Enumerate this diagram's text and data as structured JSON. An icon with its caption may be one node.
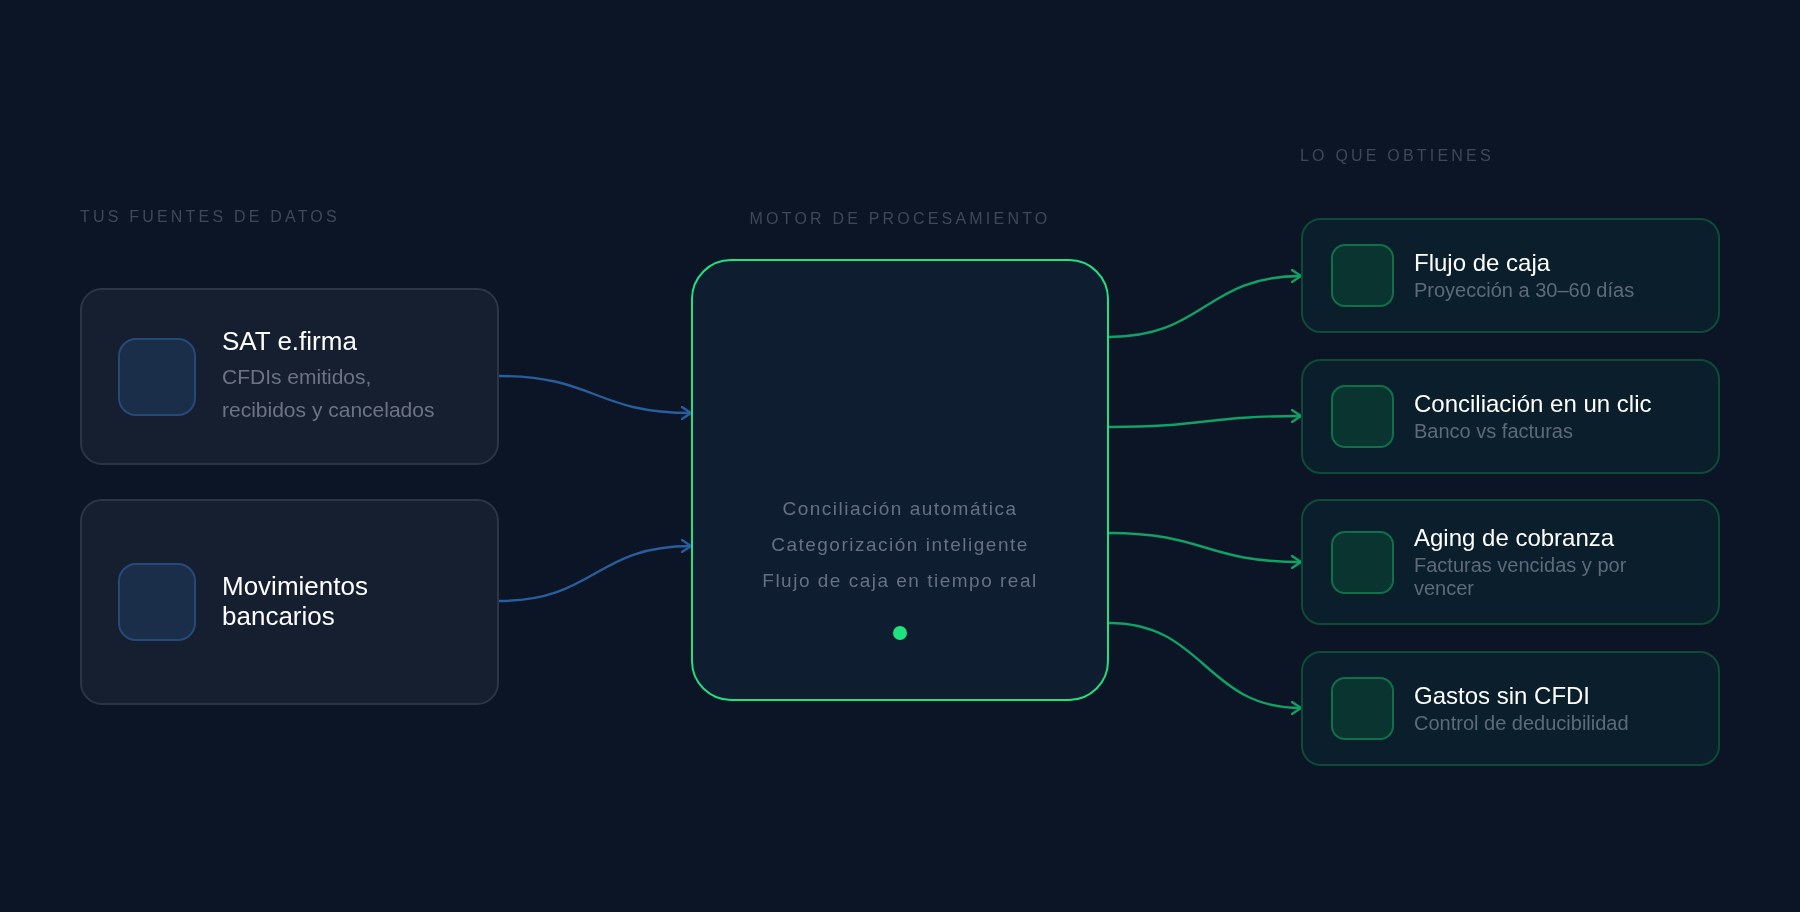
{
  "diagram": {
    "nodes": [
      {
        "text": [
          "SAT e.firma",
          "CFDIs emitidos, recibidos y cancelados"
        ]
      },
      {
        "text": [
          "Movimientos bancarios"
        ]
      },
      {
        "text": [
          "Conciliación automática",
          "Categorización inteligente",
          "Flujo de caja en tiempo real"
        ]
      },
      {
        "text": [
          "Flujo de caja",
          "Proyección a 30–60 días"
        ]
      },
      {
        "text": [
          "Conciliación en un clic",
          "Banco vs facturas"
        ]
      },
      {
        "text": [
          "Aging de cobranza",
          "Facturas vencidas y por vencer"
        ]
      },
      {
        "text": [
          "Gastos sin CFDI",
          "Control de deducibilidad"
        ]
      }
    ],
    "edges": [
      {
        "from": 0,
        "to": 2,
        "arrow": "to",
        "color": "#2a5d9c"
      },
      {
        "from": 1,
        "to": 2,
        "arrow": "to",
        "color": "#2a5d9c"
      },
      {
        "from": 2,
        "to": 3,
        "arrow": "to"
      },
      {
        "from": 2,
        "to": 4,
        "arrow": "to"
      },
      {
        "from": 2,
        "to": 5,
        "arrow": "to"
      },
      {
        "from": 2,
        "to": 6,
        "arrow": "to"
      }
    ],
    "labels": [
      "TUS FUENTES DE DATOS",
      "MOTOR DE PROCESAMIENTO",
      "LO QUE OBTIENES"
    ]
  }
}
